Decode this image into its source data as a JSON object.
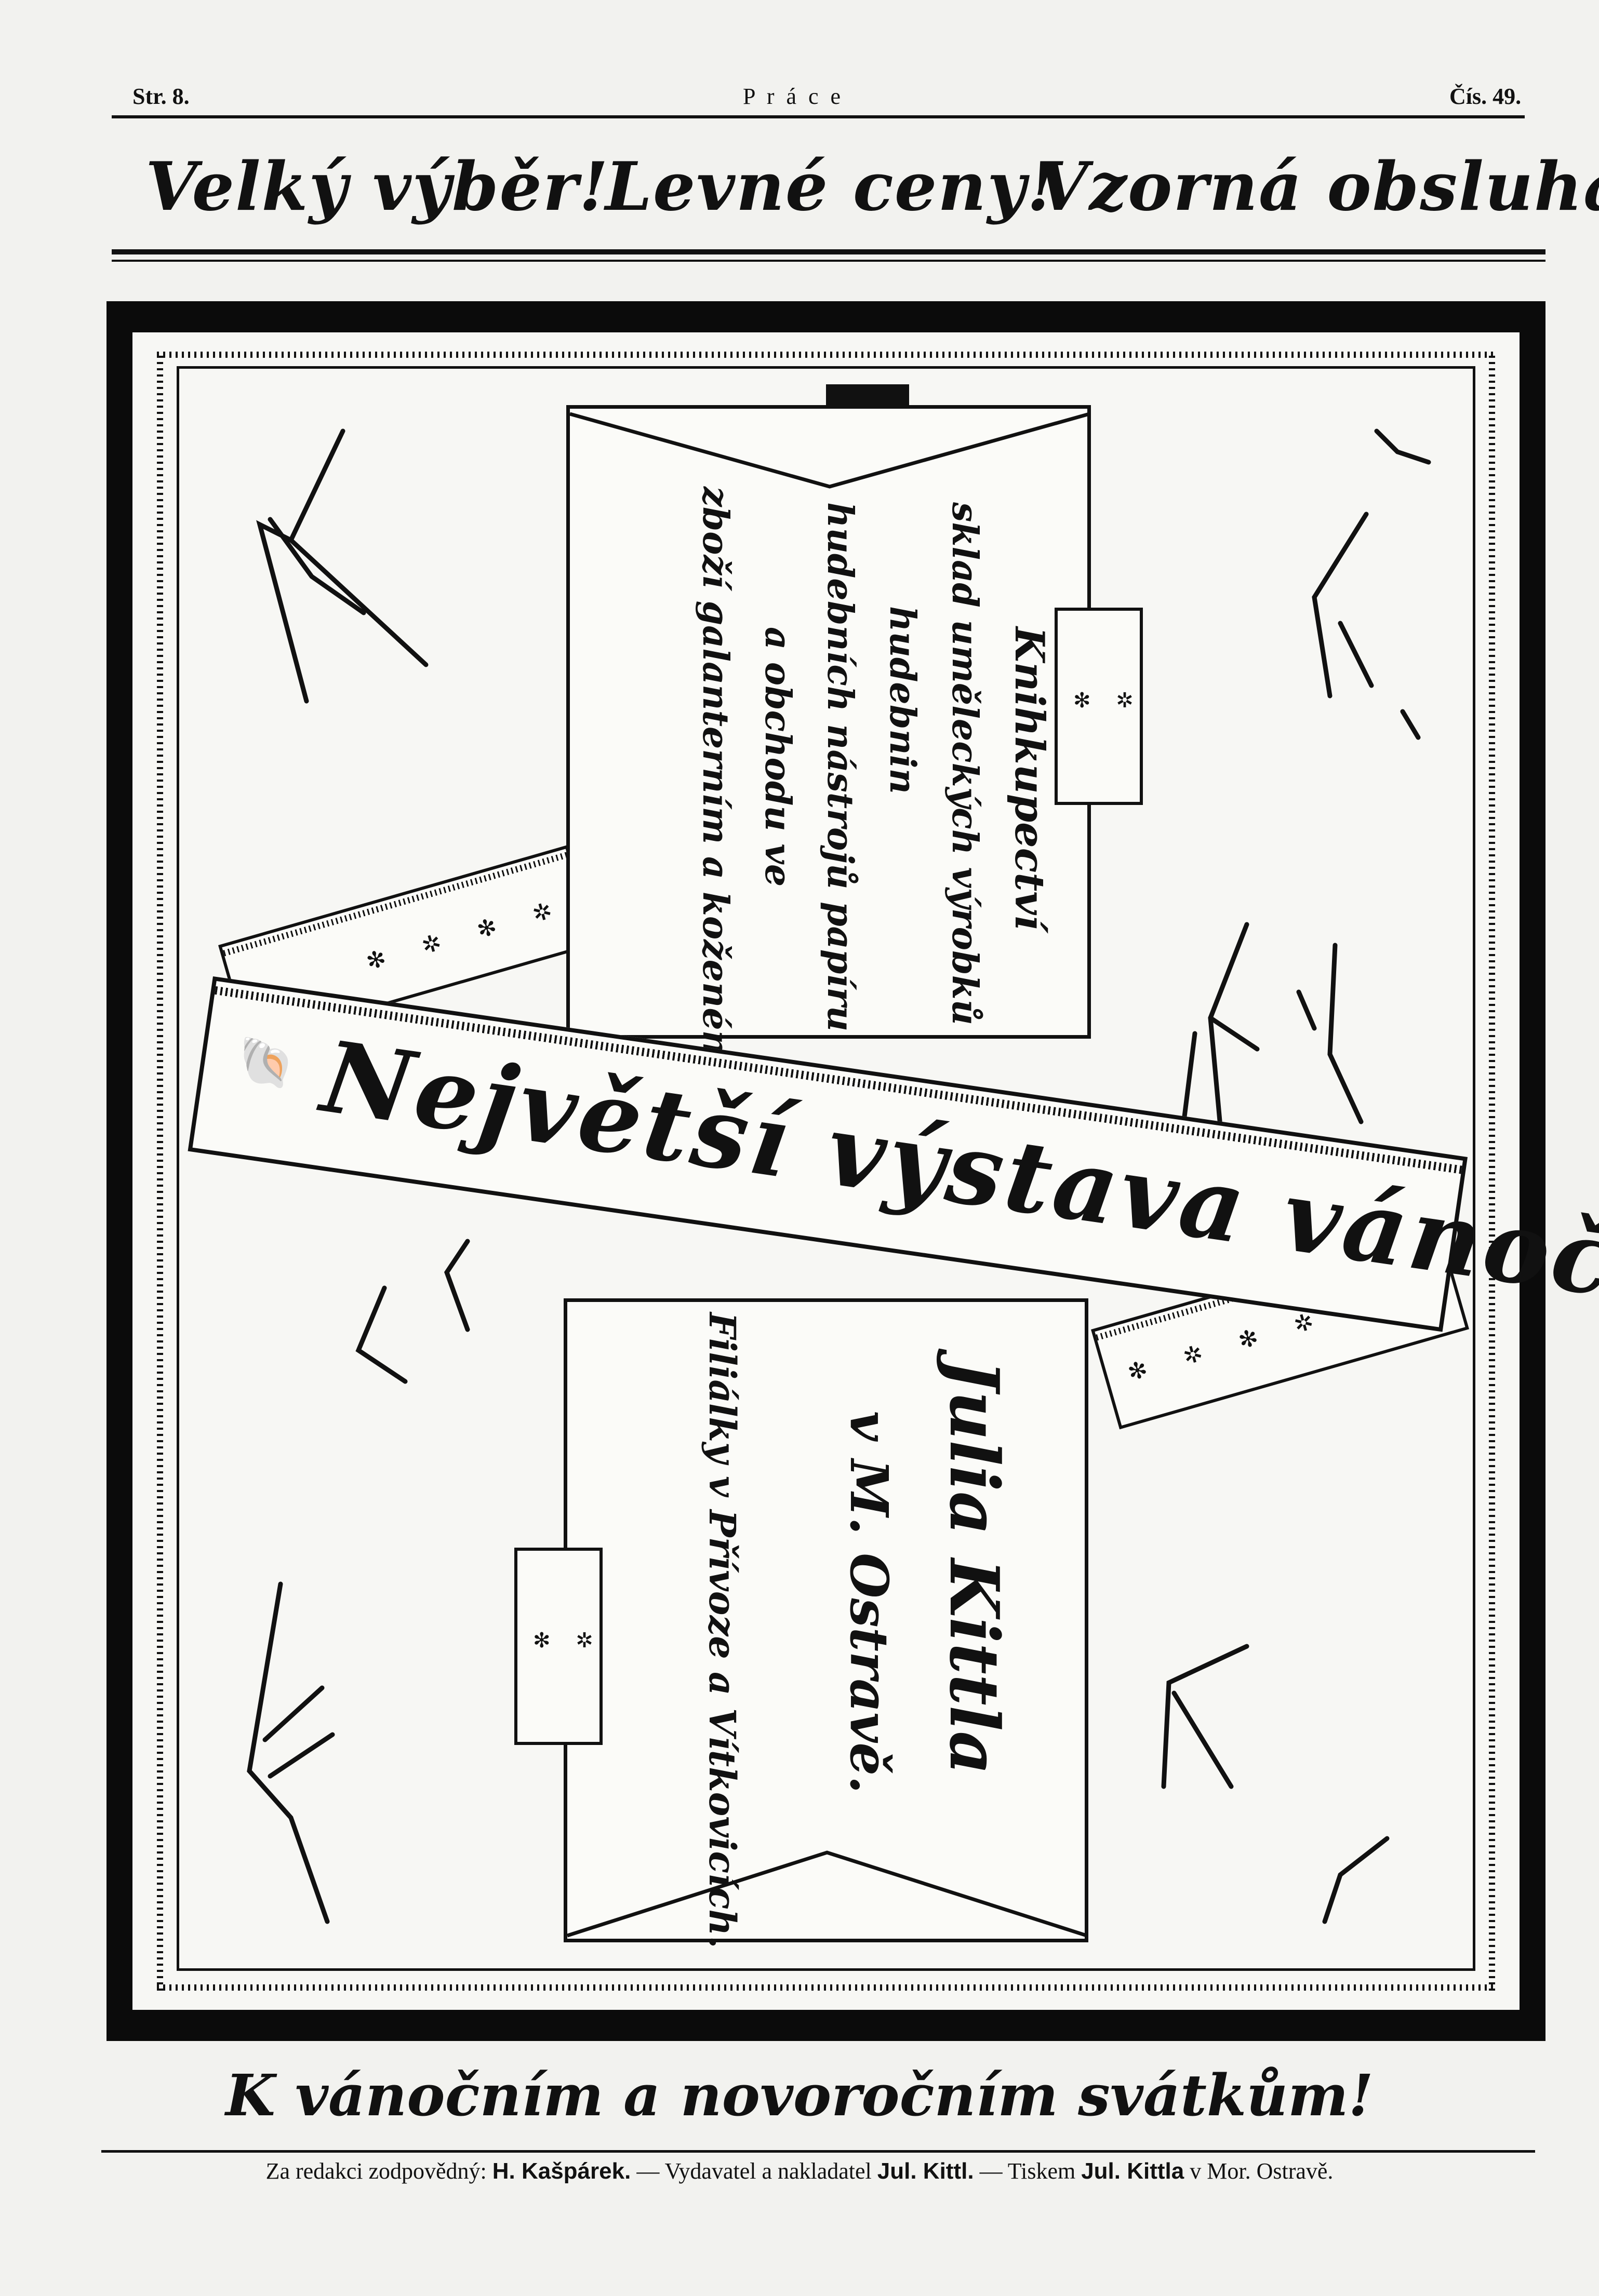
{
  "header": {
    "page": "Str. 8.",
    "paper": "P r á c e",
    "issue": "Čís. 49."
  },
  "slogans": [
    "Velký výběr!",
    "Levné ceny!",
    "Vzorná obsluha!"
  ],
  "advert": {
    "top_card": [
      "Knihkupectví",
      "sklad uměleckých výrobků",
      "hudebnin",
      "hudebních nástrojů papíru",
      "a obchodu ve",
      "zboží galanterním a koženém."
    ],
    "banner": "Největší výstava vánoční.",
    "bottom_card": {
      "name": "Julia Kittla",
      "city": "v M. Ostravě.",
      "branches": "Filiálky v Přívoze a Vítkovicích."
    },
    "ornament_stars": "✻ ✲ ✻ ✲ ✻"
  },
  "closing": "K vánočním a novoročním svátkům!",
  "imprint": {
    "prefix": "Za redakci zodpovědný:",
    "editor": "H. Kašpárek.",
    "publisher_prefix": "— Vydavatel a nakladatel",
    "publisher": "Jul. Kittl.",
    "printer_prefix": "— Tiskem",
    "printer": "Jul. Kittla",
    "suffix": "v Mor. Ostravě."
  },
  "colors": {
    "ink": "#111111",
    "paper": "#f2f2ef"
  }
}
